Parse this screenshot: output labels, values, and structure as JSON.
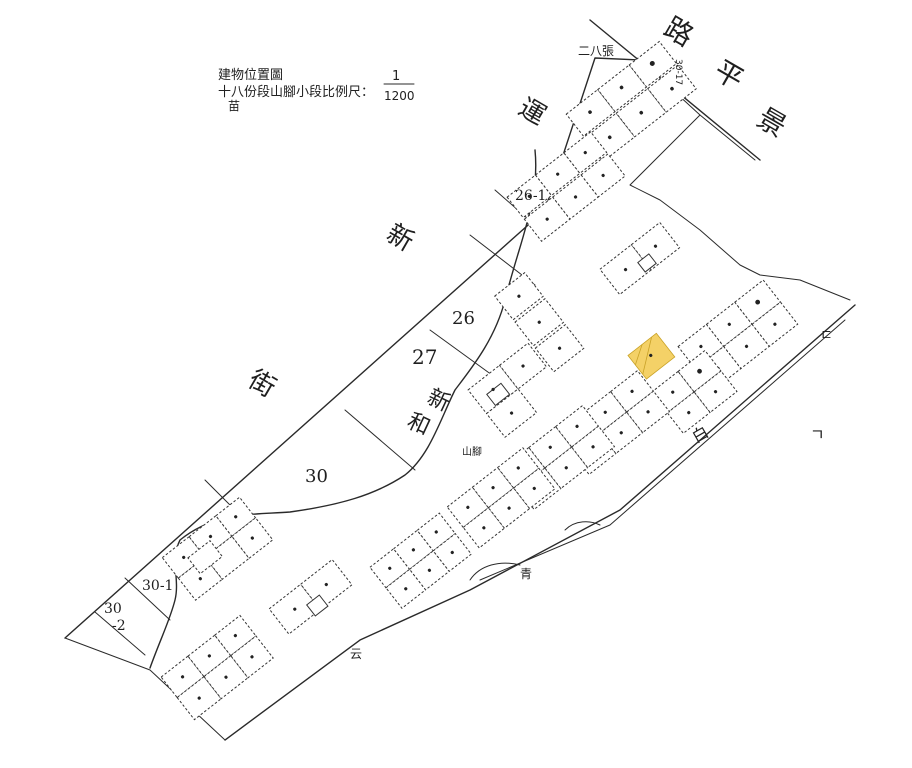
{
  "header": {
    "line1": "建物位置圖",
    "line2": "十八份段山腳小段比例尺：",
    "line3": "苗",
    "scale_num": "1",
    "scale_den": "1200"
  },
  "roads": {
    "top_right": "路",
    "top_right2": "平",
    "top_right3": "景",
    "left_vertical1": "新",
    "left_vertical2": "街",
    "upper_left": "運",
    "middle1": "新",
    "middle2": "和",
    "small_mark": "山腳",
    "right_top": "ㄷ",
    "right_mid": "白",
    "right_far": "ㄱ",
    "bottom_mark1": "青",
    "bottom_mark2": "云"
  },
  "lots": {
    "lot_26": "26",
    "lot_27": "27",
    "lot_30": "30",
    "lot_26_1": "26-1",
    "lot_30_1": "30-1",
    "lot_30_2a": "30",
    "lot_30_2b": "-2",
    "top_label": "二八張",
    "top_small": "30-17"
  },
  "highlight": {
    "color": "#f2c94c"
  }
}
